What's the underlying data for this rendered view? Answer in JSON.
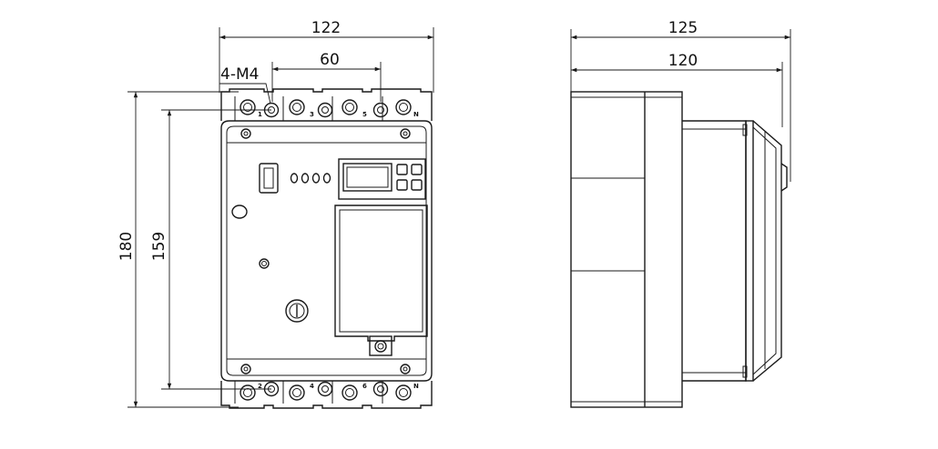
{
  "dimensions": {
    "front_width": "122",
    "hole_spacing": "60",
    "hole_spec": "4-M4",
    "total_height": "180",
    "body_height": "159",
    "side_depth": "125",
    "side_body_depth": "120"
  },
  "terminals": {
    "top": [
      "1",
      "3",
      "5",
      "N"
    ],
    "bottom": [
      "2",
      "4",
      "6",
      "N"
    ]
  },
  "indicators": [
    "",
    "",
    "",
    ""
  ]
}
